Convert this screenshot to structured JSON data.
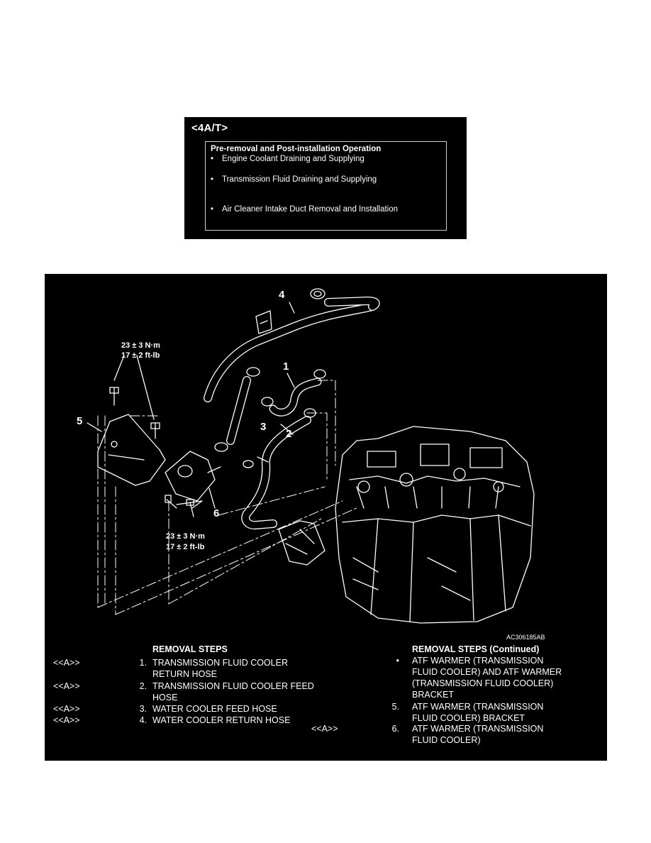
{
  "top_panel": {
    "heading": "<4A/T>",
    "ops_title": "Pre-removal and Post-installation Operation",
    "ops_items": [
      "Engine Coolant Draining and Supplying",
      "Transmission Fluid Draining and Supplying",
      "Air Cleaner Intake Duct Removal and Installation"
    ],
    "bullet": "•"
  },
  "figure": {
    "callouts": [
      "1",
      "2",
      "3",
      "4",
      "5",
      "6"
    ],
    "torque_upper": {
      "line1": "23 ± 3 N·m",
      "line2": "17 ± 2 ft-lb"
    },
    "torque_lower": {
      "line1": "23 ± 3 N·m",
      "line2": "17 ± 2 ft-lb"
    },
    "code": "AC306185AB"
  },
  "steps_left": {
    "heading": "REMOVAL STEPS",
    "items": [
      {
        "tag": "<<A>>",
        "num": "1.",
        "text": "TRANSMISSION FLUID COOLER RETURN HOSE"
      },
      {
        "tag": "<<A>>",
        "num": "2.",
        "text": "TRANSMISSION FLUID COOLER FEED HOSE"
      },
      {
        "tag": "<<A>>",
        "num": "3.",
        "text": "WATER COOLER FEED HOSE"
      },
      {
        "tag": "<<A>>",
        "num": "4.",
        "text": "WATER COOLER RETURN HOSE"
      }
    ]
  },
  "steps_right": {
    "heading": "REMOVAL STEPS (Continued)",
    "items": [
      {
        "tag": "",
        "num": "•",
        "text": "ATF WARMER (TRANSMISSION FLUID COOLER) AND ATF WARMER (TRANSMISSION FLUID COOLER) BRACKET"
      },
      {
        "tag": "",
        "num": "5.",
        "text": "ATF WARMER (TRANSMISSION FLUID COOLER) BRACKET"
      },
      {
        "tag": "<<A>>",
        "num": "6.",
        "text": "ATF WARMER (TRANSMISSION FLUID COOLER)"
      }
    ]
  }
}
